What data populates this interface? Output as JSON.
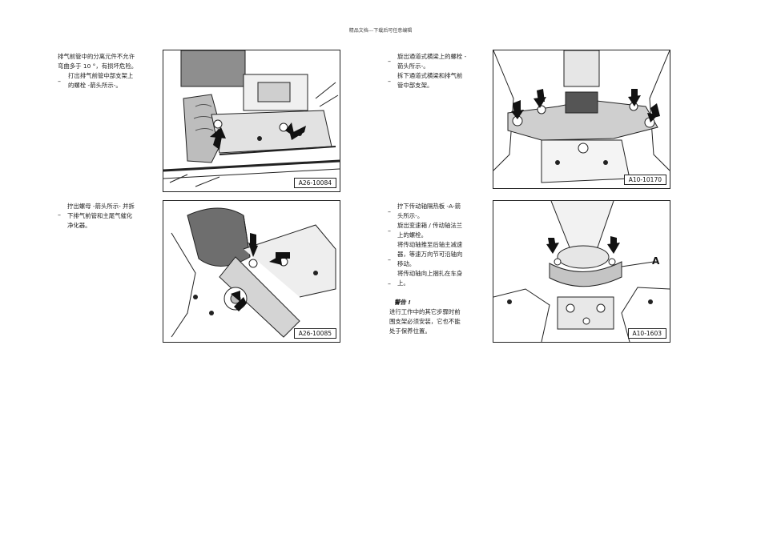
{
  "header": "精品文档---下载后可任意编辑",
  "sections": [
    {
      "lines": [
        "排气前管中的分离元件不允许",
        "弯曲多于  10 °，有损坏危险。",
        "打出排气前管中部支架上",
        "的螺栓  -箭头所示-。"
      ],
      "dashes": [
        "–"
      ]
    },
    {
      "lines": [
        "拧出螺母  -箭头所示-  并拆",
        "下排气前管和主尾气催化",
        "净化器。"
      ],
      "dashes": [
        "–"
      ]
    },
    {
      "lines": [
        "旋出通道式横梁上的螺栓  -",
        "箭头所示-。",
        "拆下通道式横梁和排气前",
        "管中部支架。"
      ],
      "dashes": [
        "–",
        "–"
      ]
    },
    {
      "lines": [
        "拧下传动轴隔热板  -A-箭",
        "头所示-。",
        "旋出变速箱  / 传动轴法兰",
        "上的螺栓。",
        "将传动轴推至后轴主减速",
        "器，等速万向节可沿轴向",
        "移动。",
        "将传动轴向上捆扎在车身",
        "上。"
      ],
      "dashes": [
        "–",
        "–",
        "–",
        "–"
      ],
      "warning_title": "警告 !",
      "warning_lines": [
        "进行工作中的其它步骤时前",
        "围支架必须安装，它也不能",
        "处于保养位置。"
      ]
    }
  ],
  "figures": [
    {
      "id": "A26-10084",
      "icon": "exhaust-center-mount-illustration"
    },
    {
      "id": "A10-10170",
      "icon": "tunnel-crossmember-illustration"
    },
    {
      "id": "A26-10085",
      "icon": "catalytic-converter-nuts-illustration"
    },
    {
      "id": "A10-1603",
      "callout": "A",
      "icon": "driveshaft-heat-shield-illustration"
    }
  ]
}
